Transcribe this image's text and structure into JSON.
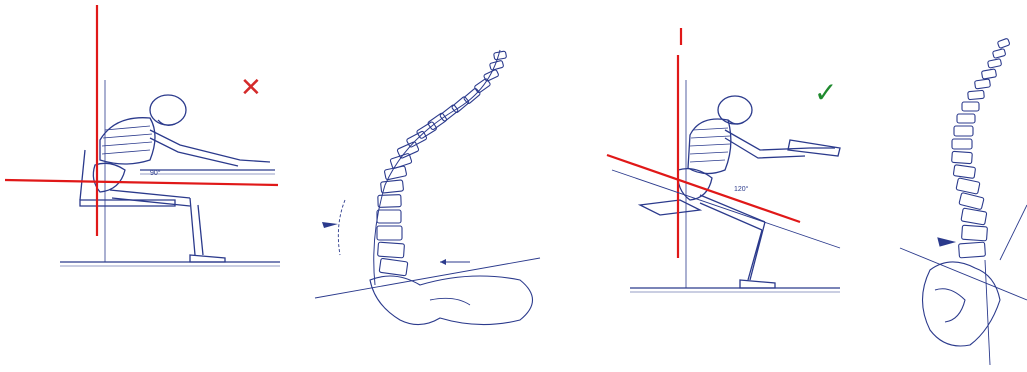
{
  "panels": [
    {
      "id": "incorrect",
      "angle_label": "90°",
      "verdict_symbol": "✕",
      "verdict_color": "#d42a2a"
    },
    {
      "id": "correct",
      "angle_label": "120°",
      "verdict_symbol": "✓",
      "verdict_color": "#1f8a2e"
    }
  ],
  "colors": {
    "ink": "#2b3a8c",
    "guide_line": "#e01818",
    "background": "#ffffff"
  }
}
